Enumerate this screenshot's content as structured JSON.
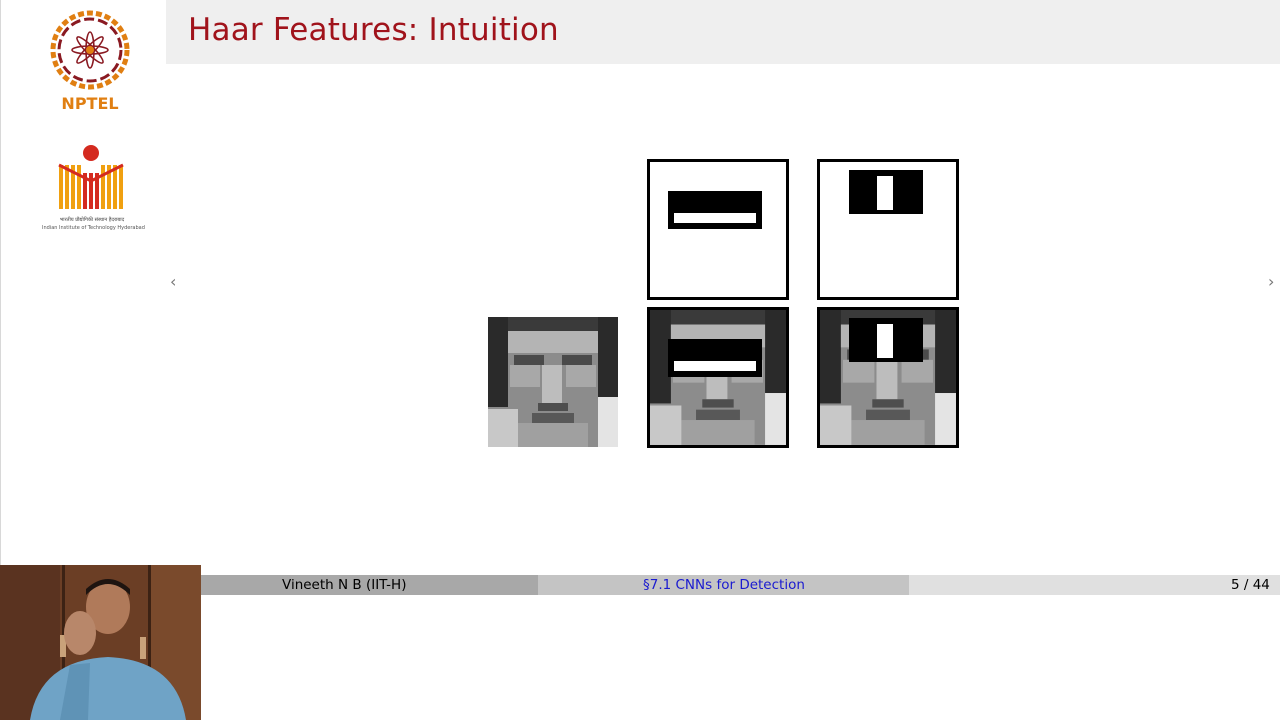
{
  "slide": {
    "title": "Haar Features: Intuition"
  },
  "logos": {
    "nptel_text": "NPTEL",
    "iith_hindi": "भारतीय प्रौद्योगिकी संस्थान हैदराबाद",
    "iith_english": "Indian Institute of Technology Hyderabad"
  },
  "nav": {
    "prev_glyph": "‹",
    "next_glyph": "›"
  },
  "footer": {
    "author": "Vineeth N B  (IIT-H)",
    "section": "§7.1 CNNs for Detection",
    "page": "5 / 44"
  },
  "colors": {
    "title": "#a0131b",
    "section_link": "#1a1ad0",
    "nptel_orange": "#e07f12",
    "iith_red": "#d42a1f",
    "iith_orange": "#f0a010"
  },
  "icons": [
    "nptel-logo-icon",
    "iith-logo-icon",
    "chevron-left-icon",
    "chevron-right-icon"
  ]
}
